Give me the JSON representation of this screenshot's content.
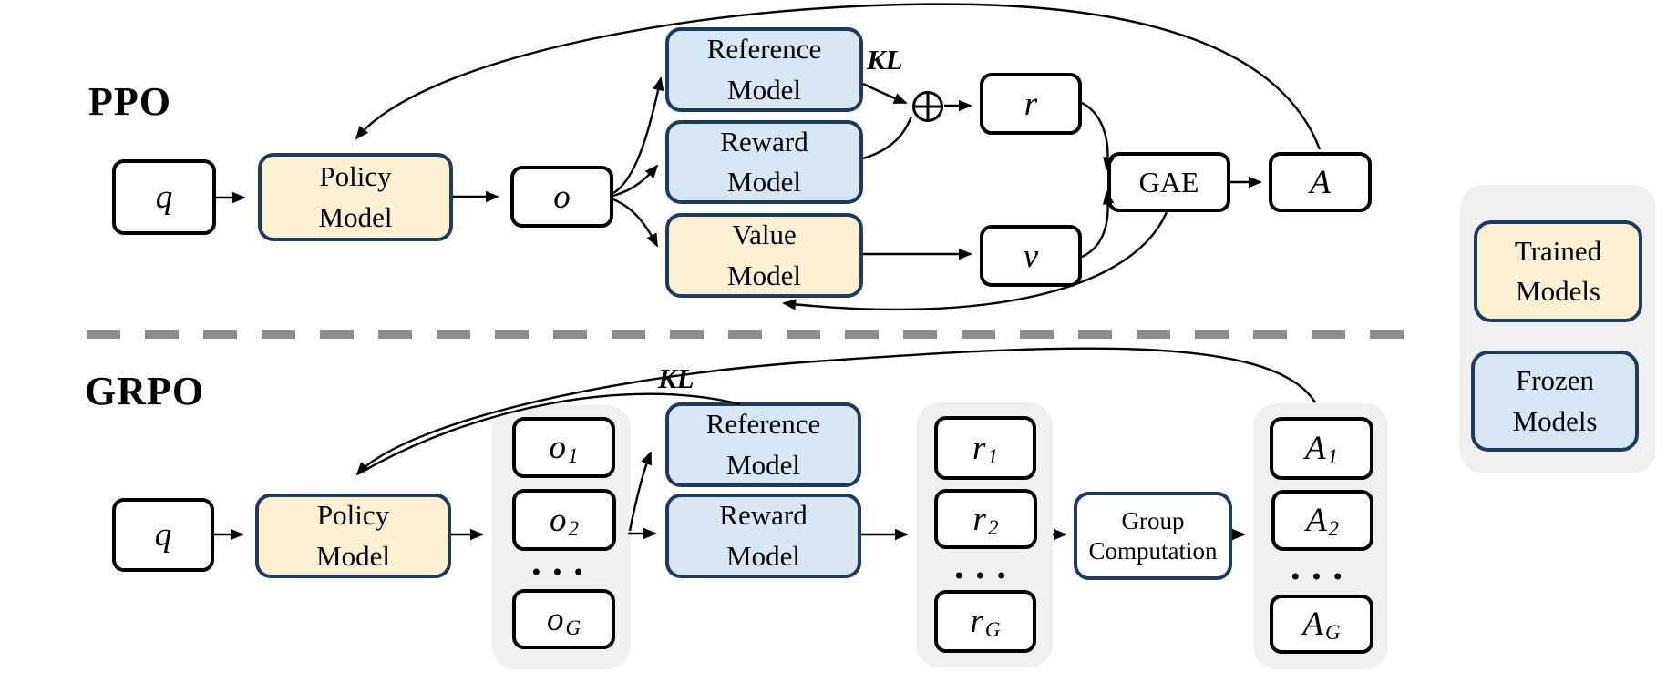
{
  "ppo": {
    "title": "PPO",
    "q": "q",
    "o": "o",
    "policy": {
      "line1": "Policy",
      "line2": "Model"
    },
    "reference": {
      "line1": "Reference",
      "line2": "Model"
    },
    "reward": {
      "line1": "Reward",
      "line2": "Model"
    },
    "value": {
      "line1": "Value",
      "line2": "Model"
    },
    "kl": "KL",
    "r": "r",
    "v": "v",
    "gae": "GAE",
    "a": "A"
  },
  "grpo": {
    "title": "GRPO",
    "q": "q",
    "policy": {
      "line1": "Policy",
      "line2": "Model"
    },
    "reference": {
      "line1": "Reference",
      "line2": "Model"
    },
    "reward": {
      "line1": "Reward",
      "line2": "Model"
    },
    "kl": "KL",
    "group_computation": {
      "line1": "Group",
      "line2": "Computation"
    },
    "outputs": [
      {
        "base": "o",
        "sub": "1"
      },
      {
        "base": "o",
        "sub": "2"
      },
      {
        "base": "o",
        "sub": "G"
      }
    ],
    "rewards": [
      {
        "base": "r",
        "sub": "1"
      },
      {
        "base": "r",
        "sub": "2"
      },
      {
        "base": "r",
        "sub": "G"
      }
    ],
    "advantages": [
      {
        "base": "A",
        "sub": "1"
      },
      {
        "base": "A",
        "sub": "2"
      },
      {
        "base": "A",
        "sub": "G"
      }
    ],
    "dots": "•••"
  },
  "legend": {
    "trained": {
      "line1": "Trained",
      "line2": "Models"
    },
    "frozen": {
      "line1": "Frozen",
      "line2": "Models"
    }
  },
  "icons": {
    "oplus": "⊕"
  },
  "colors": {
    "trained_fill": "#FAF1D1",
    "frozen_fill": "#D9E7F4",
    "border_navy": "#1E3A5F",
    "panel_gray": "#F0F0F0",
    "divider_gray": "#8C8C8C",
    "ink": "#000000"
  }
}
